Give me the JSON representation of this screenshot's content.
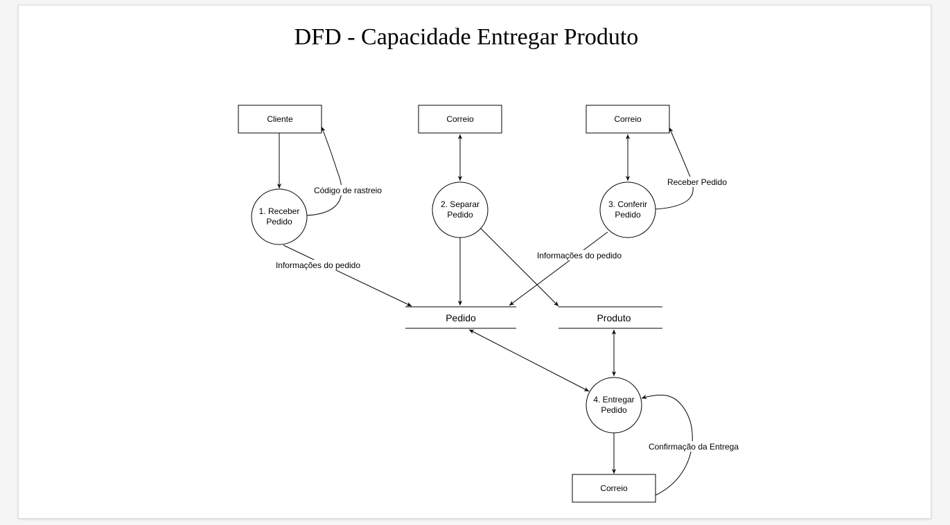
{
  "title": "DFD - Capacidade Entregar Produto",
  "entities": {
    "cliente": "Cliente",
    "correio_1": "Correio",
    "correio_2": "Correio",
    "correio_3": "Correio"
  },
  "processes": {
    "p1": [
      "1. Receber",
      "Pedido"
    ],
    "p2": [
      "2. Separar",
      "Pedido"
    ],
    "p3": [
      "3. Conferir",
      "Pedido"
    ],
    "p4": [
      "4. Entregar",
      "Pedido"
    ]
  },
  "stores": {
    "pedido": "Pedido",
    "produto": "Produto"
  },
  "flow_labels": {
    "codigo_rastreio": "Código de rastreio",
    "info_pedido_1": "Informações do pedido",
    "info_pedido_3": "Informações do pedido",
    "receber_pedido": "Receber Pedido",
    "confirmacao_entrega": "Confirmação da Entrega"
  }
}
